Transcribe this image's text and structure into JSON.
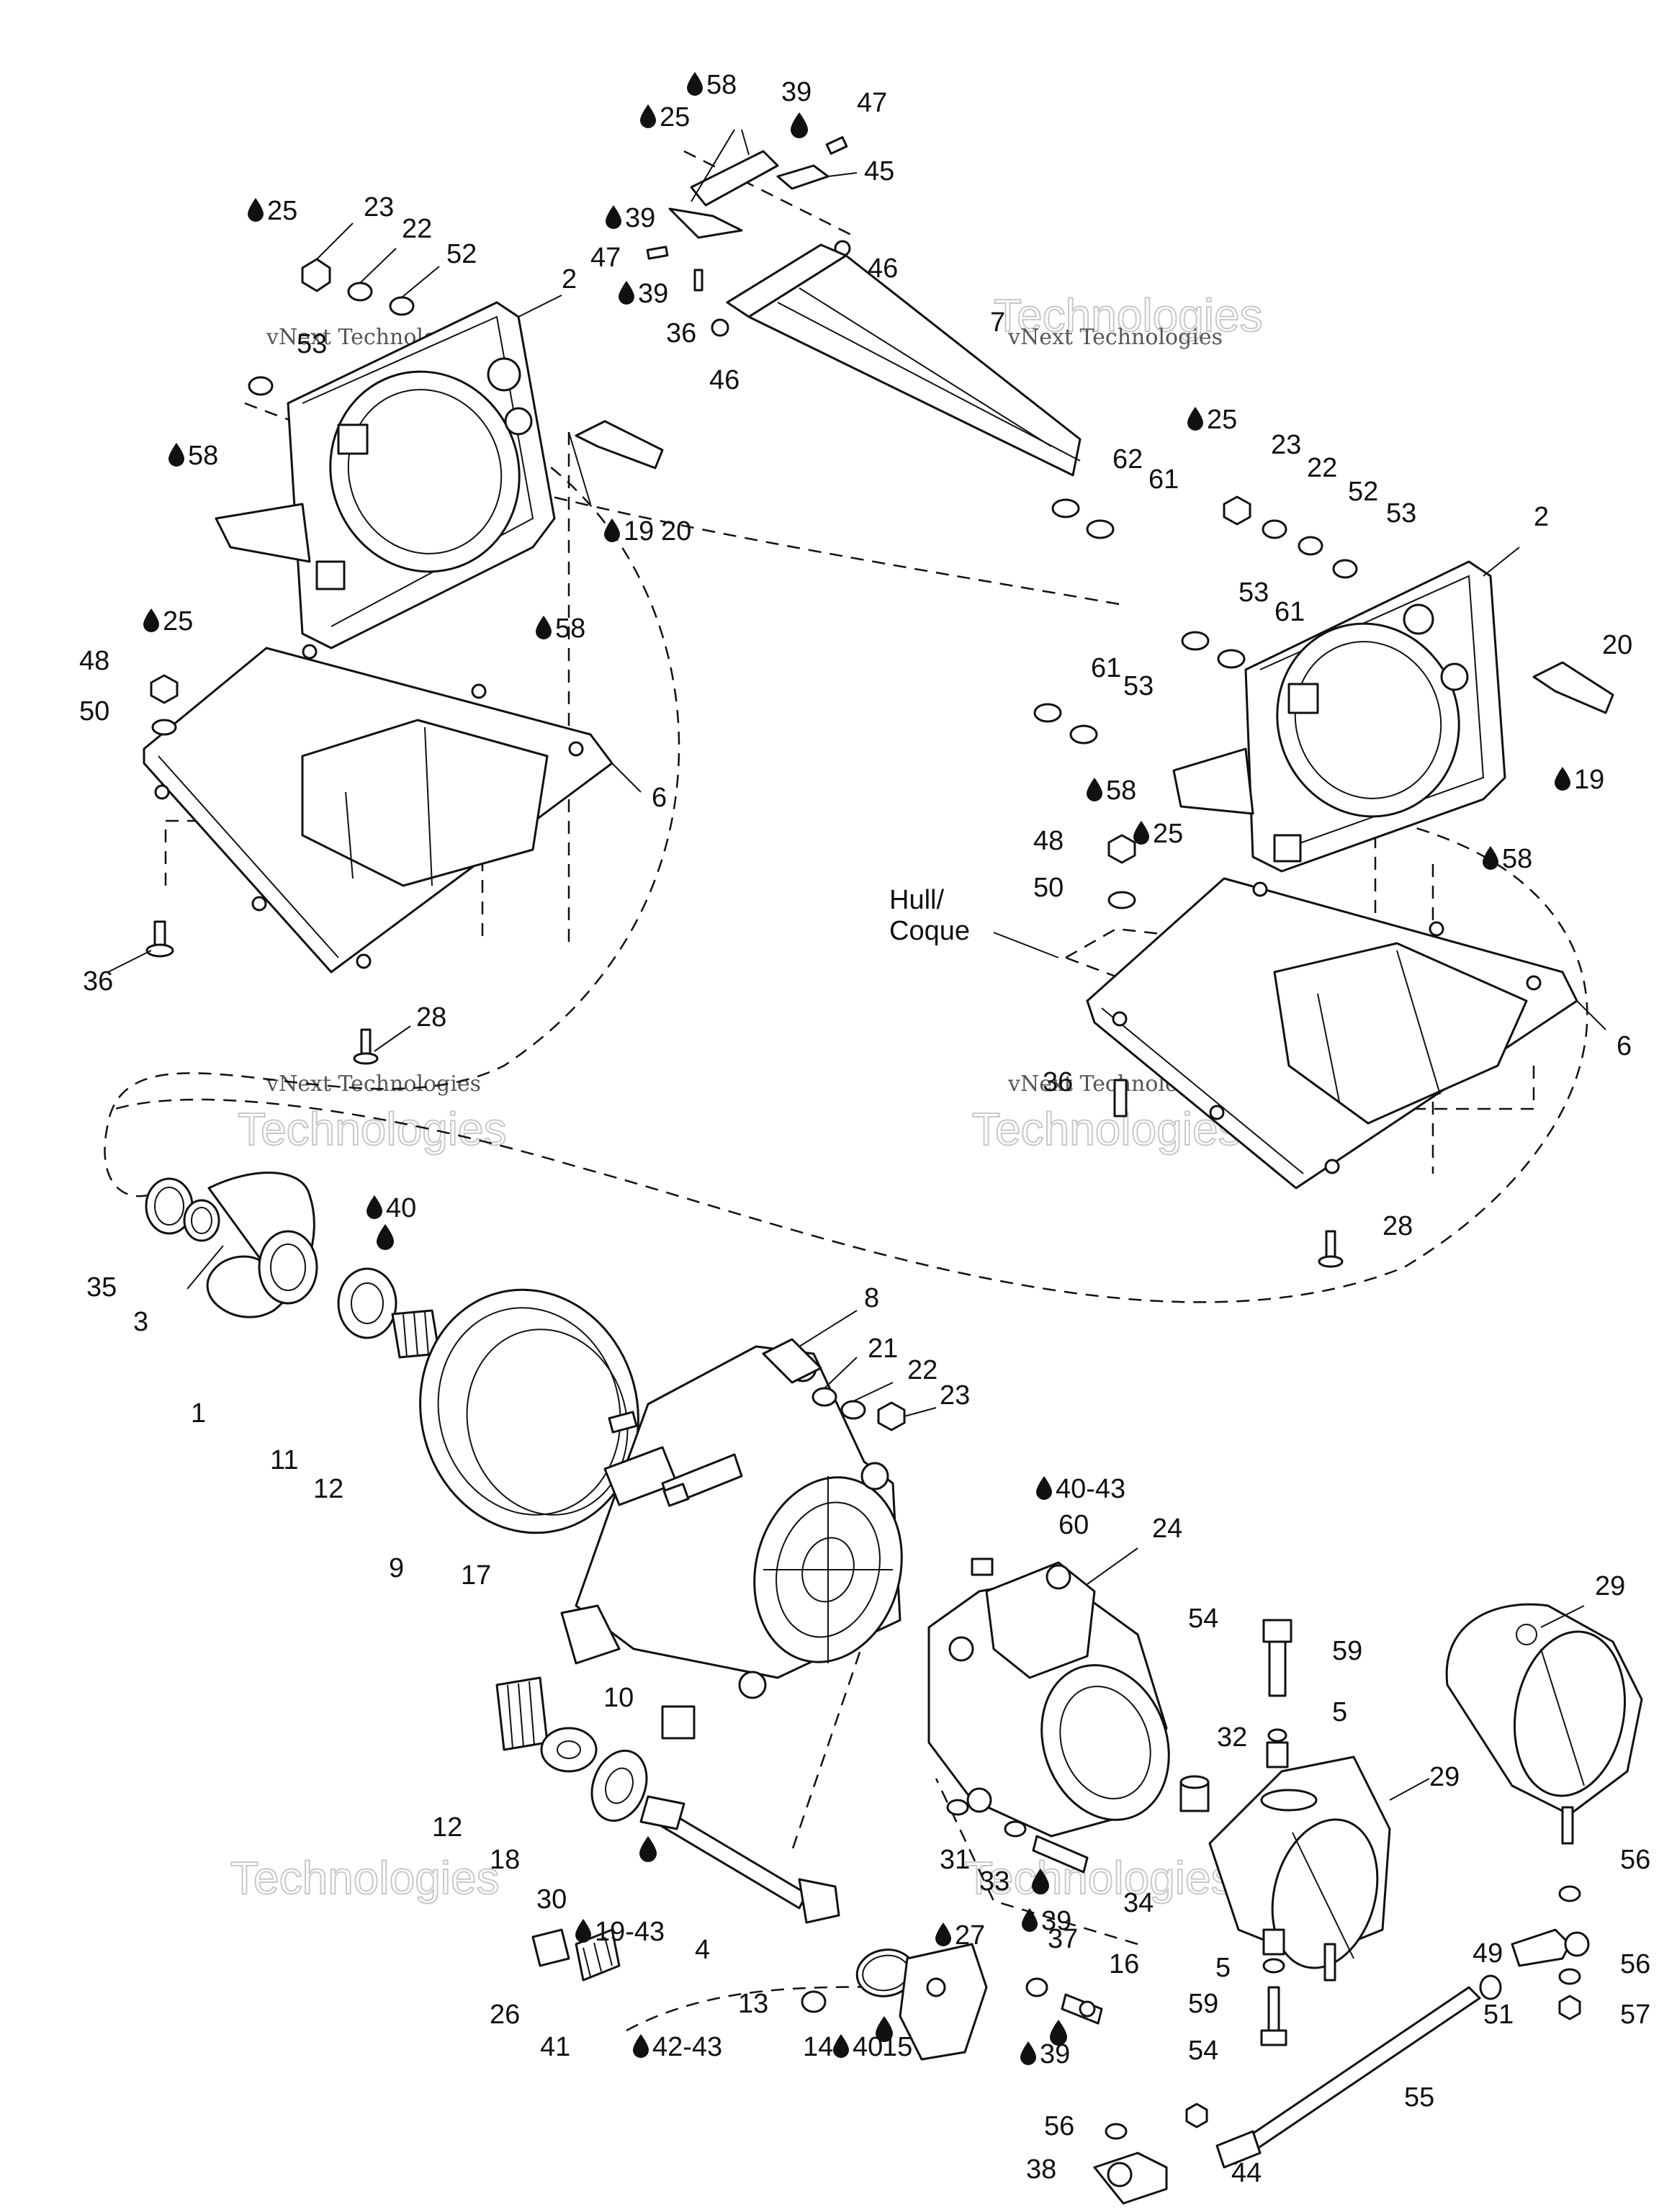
{
  "labels": [
    {
      "id": "l58a",
      "text": "58",
      "drop": true
    },
    {
      "id": "l39a",
      "text": "39",
      "drop": false
    },
    {
      "id": "l47a",
      "text": "47",
      "drop": false
    },
    {
      "id": "l25a",
      "text": "25",
      "drop": true
    },
    {
      "id": "l45",
      "text": "45",
      "drop": false
    },
    {
      "id": "l25b",
      "text": "25",
      "drop": true
    },
    {
      "id": "l23a",
      "text": "23",
      "drop": false
    },
    {
      "id": "l22a",
      "text": "22",
      "drop": false
    },
    {
      "id": "l52a",
      "text": "52",
      "drop": false
    },
    {
      "id": "l39b",
      "text": "39",
      "drop": true
    },
    {
      "id": "l47b",
      "text": "47",
      "drop": false
    },
    {
      "id": "l46a",
      "text": "46",
      "drop": false
    },
    {
      "id": "l39c",
      "text": "39",
      "drop": true
    },
    {
      "id": "l2a",
      "text": "2",
      "drop": false
    },
    {
      "id": "l36a",
      "text": "36",
      "drop": false
    },
    {
      "id": "l46b",
      "text": "46",
      "drop": false
    },
    {
      "id": "l7",
      "text": "7",
      "drop": false
    },
    {
      "id": "l53a",
      "text": "53",
      "drop": false
    },
    {
      "id": "l58b",
      "text": "58",
      "drop": true
    },
    {
      "id": "l19a",
      "text": "19",
      "drop": true
    },
    {
      "id": "l20a",
      "text": "20",
      "drop": false
    },
    {
      "id": "l62",
      "text": "62",
      "drop": false
    },
    {
      "id": "l61a",
      "text": "61",
      "drop": false
    },
    {
      "id": "l25c",
      "text": "25",
      "drop": true
    },
    {
      "id": "l23b",
      "text": "23",
      "drop": false
    },
    {
      "id": "l22b",
      "text": "22",
      "drop": false
    },
    {
      "id": "l52b",
      "text": "52",
      "drop": false
    },
    {
      "id": "l53b",
      "text": "53",
      "drop": false
    },
    {
      "id": "l2b",
      "text": "2",
      "drop": false
    },
    {
      "id": "l25d",
      "text": "25",
      "drop": true
    },
    {
      "id": "l58c",
      "text": "58",
      "drop": true
    },
    {
      "id": "l48a",
      "text": "48",
      "drop": false
    },
    {
      "id": "l50a",
      "text": "50",
      "drop": false
    },
    {
      "id": "l53c",
      "text": "53",
      "drop": false
    },
    {
      "id": "l61b",
      "text": "61",
      "drop": false
    },
    {
      "id": "l20b",
      "text": "20",
      "drop": false
    },
    {
      "id": "l61c",
      "text": "61",
      "drop": false
    },
    {
      "id": "l53d",
      "text": "53",
      "drop": false
    },
    {
      "id": "l6a",
      "text": "6",
      "drop": false
    },
    {
      "id": "l19b",
      "text": "19",
      "drop": true
    },
    {
      "id": "l58d",
      "text": "58",
      "drop": true
    },
    {
      "id": "l25e",
      "text": "25",
      "drop": true
    },
    {
      "id": "l48b",
      "text": "48",
      "drop": false
    },
    {
      "id": "l58e",
      "text": "58",
      "drop": true
    },
    {
      "id": "l50b",
      "text": "50",
      "drop": false
    },
    {
      "id": "l36b",
      "text": "36",
      "drop": false
    },
    {
      "id": "l28a",
      "text": "28",
      "drop": false
    },
    {
      "id": "l6b",
      "text": "6",
      "drop": false
    },
    {
      "id": "l36c",
      "text": "36",
      "drop": false
    },
    {
      "id": "l28b",
      "text": "28",
      "drop": false
    },
    {
      "id": "l40a",
      "text": "40",
      "drop": true
    },
    {
      "id": "l35",
      "text": "35",
      "drop": false
    },
    {
      "id": "l3",
      "text": "3",
      "drop": false
    },
    {
      "id": "l1",
      "text": "1",
      "drop": false
    },
    {
      "id": "l8",
      "text": "8",
      "drop": false
    },
    {
      "id": "l21",
      "text": "21",
      "drop": false
    },
    {
      "id": "l22c",
      "text": "22",
      "drop": false
    },
    {
      "id": "l23c",
      "text": "23",
      "drop": false
    },
    {
      "id": "l11",
      "text": "11",
      "drop": false
    },
    {
      "id": "l12a",
      "text": "12",
      "drop": false
    },
    {
      "id": "l9",
      "text": "9",
      "drop": false
    },
    {
      "id": "l17",
      "text": "17",
      "drop": false
    },
    {
      "id": "l4043",
      "text": "40-43",
      "drop": true
    },
    {
      "id": "l60",
      "text": "60",
      "drop": false
    },
    {
      "id": "l24",
      "text": "24",
      "drop": false
    },
    {
      "id": "l29a",
      "text": "29",
      "drop": false
    },
    {
      "id": "l54a",
      "text": "54",
      "drop": false
    },
    {
      "id": "l59a",
      "text": "59",
      "drop": false
    },
    {
      "id": "l10",
      "text": "10",
      "drop": false
    },
    {
      "id": "l5a",
      "text": "5",
      "drop": false
    },
    {
      "id": "l32",
      "text": "32",
      "drop": false
    },
    {
      "id": "l29b",
      "text": "29",
      "drop": false
    },
    {
      "id": "l12b",
      "text": "12",
      "drop": false
    },
    {
      "id": "l18",
      "text": "18",
      "drop": false
    },
    {
      "id": "l31",
      "text": "31",
      "drop": false
    },
    {
      "id": "l33",
      "text": "33",
      "drop": false
    },
    {
      "id": "l34",
      "text": "34",
      "drop": false
    },
    {
      "id": "l56a",
      "text": "56",
      "drop": false
    },
    {
      "id": "l30",
      "text": "30",
      "drop": false
    },
    {
      "id": "l39d",
      "text": "39",
      "drop": true
    },
    {
      "id": "l1943",
      "text": "19-43",
      "drop": true
    },
    {
      "id": "l4",
      "text": "4",
      "drop": false
    },
    {
      "id": "l27",
      "text": "27",
      "drop": true
    },
    {
      "id": "l37",
      "text": "37",
      "drop": false
    },
    {
      "id": "l49",
      "text": "49",
      "drop": false
    },
    {
      "id": "l56b",
      "text": "56",
      "drop": false
    },
    {
      "id": "l5b",
      "text": "5",
      "drop": false
    },
    {
      "id": "l16",
      "text": "16",
      "drop": false
    },
    {
      "id": "l13",
      "text": "13",
      "drop": false
    },
    {
      "id": "l59b",
      "text": "59",
      "drop": false
    },
    {
      "id": "l26",
      "text": "26",
      "drop": false
    },
    {
      "id": "l51",
      "text": "51",
      "drop": false
    },
    {
      "id": "l57",
      "text": "57",
      "drop": false
    },
    {
      "id": "l54b",
      "text": "54",
      "drop": false
    },
    {
      "id": "l41",
      "text": "41",
      "drop": false
    },
    {
      "id": "l4243",
      "text": "42-43",
      "drop": true
    },
    {
      "id": "l14",
      "text": "14",
      "drop": false
    },
    {
      "id": "l40b",
      "text": "40",
      "drop": true
    },
    {
      "id": "l15",
      "text": "15",
      "drop": false
    },
    {
      "id": "l39e",
      "text": "39",
      "drop": true
    },
    {
      "id": "l55",
      "text": "55",
      "drop": false
    },
    {
      "id": "l56c",
      "text": "56",
      "drop": false
    },
    {
      "id": "l38",
      "text": "38",
      "drop": false
    },
    {
      "id": "l44",
      "text": "44",
      "drop": false
    }
  ],
  "drops": [
    "d39a",
    "d40c",
    "d39f"
  ],
  "hull_label_line1": "Hull/",
  "hull_label_line2": "Coque",
  "watermark_line1": "vNext",
  "watermark_line2": "Technologies",
  "watermark_small": "vNext Technologies",
  "watermark_small_b": "vNext Technologies",
  "watermark_small_c": "vNext Technologies",
  "watermark_small_d": "vNext Technologies"
}
